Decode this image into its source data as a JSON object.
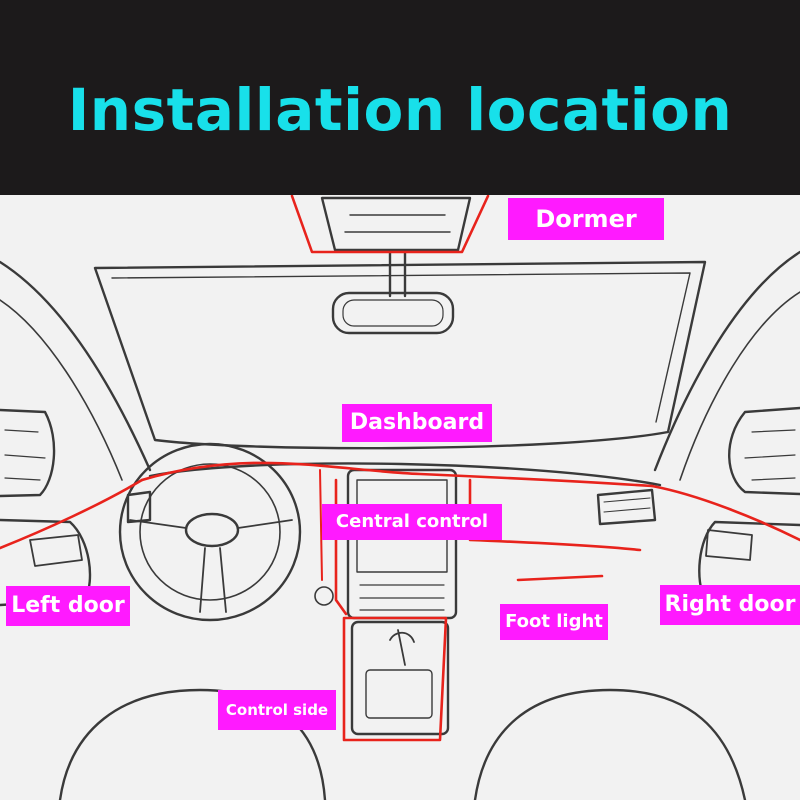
{
  "header": {
    "title": "Installation location",
    "background_color": "#1c1a1b",
    "title_color": "#18e0ea"
  },
  "labels": {
    "dormer": "Dormer",
    "dashboard": "Dashboard",
    "central_control": "Central control",
    "left_door": "Left door",
    "right_door": "Right door",
    "foot_light": "Foot light",
    "control_side": "Control side"
  },
  "colors": {
    "label_background": "#ff1aff",
    "label_text": "#ffffff",
    "light_strip": "#e8231c",
    "sketch_line": "#3a3a3a"
  }
}
